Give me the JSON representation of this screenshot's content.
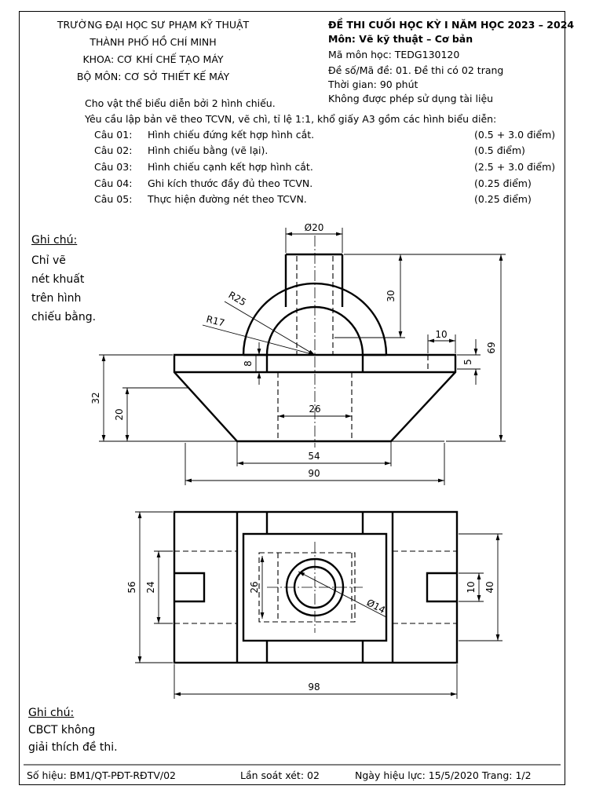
{
  "header": {
    "school_line1": "TRƯỜNG ĐẠI HỌC SƯ PHẠM KỸ THUẬT",
    "school_line2": "THÀNH PHỐ HỒ CHÍ MINH",
    "faculty": "KHOA: CƠ KHÍ CHẾ TẠO MÁY",
    "department": "BỘ MÔN: CƠ SỞ THIẾT KẾ MÁY",
    "exam_title": "ĐỀ THI CUỐI HỌC KỲ I NĂM HỌC 2023 – 2024",
    "subject": "Môn:   Vẽ kỹ thuật – Cơ bản",
    "course_code": "Mã môn học:  TEDG130120",
    "exam_code": "Đề số/Mã đề: 01. Đề thi có 02 trang",
    "duration": "Thời gian:  90 phút",
    "materials": "Không được phép sử dụng tài liệu"
  },
  "instructions": {
    "intro": "Cho vật thể biểu diễn bởi 2 hình chiếu.",
    "requirement": "Yêu cầu lập bản vẽ theo TCVN, vẽ chì, tỉ lệ 1:1, khổ giấy A3 gồm các hình biểu diễn:",
    "questions": [
      {
        "label": "Câu 01:",
        "text": "Hình chiếu đứng kết hợp hình cắt.",
        "points": "(0.5 + 3.0 điểm)"
      },
      {
        "label": "Câu 02:",
        "text": "Hình chiếu bằng (vẽ lại).",
        "points": "(0.5 điểm)"
      },
      {
        "label": "Câu 03:",
        "text": "Hình chiếu cạnh kết hợp hình cắt.",
        "points": "(2.5 + 3.0 điểm)"
      },
      {
        "label": "Câu 04:",
        "text": "Ghi kích thước đầy đủ theo TCVN.",
        "points": "(0.25 điểm)"
      },
      {
        "label": "Câu 05:",
        "text": "Thực hiện đường nét theo TCVN.",
        "points": "(0.25 điểm)"
      }
    ]
  },
  "note1": {
    "title": "Ghi chú:",
    "line1": "Chỉ vẽ",
    "line2": "nét khuất",
    "line3": "trên hình",
    "line4": "chiếu bằng."
  },
  "note2": {
    "title": "Ghi chú:",
    "line1": "CBCT không",
    "line2": "giải thích đề thi."
  },
  "front_view_dims": {
    "d20": "Ø20",
    "r25": "R25",
    "r17": "R17",
    "h30": "30",
    "h69": "69",
    "w10": "10",
    "h5": "5",
    "h8": "8",
    "h32": "32",
    "h20": "20",
    "w26": "26",
    "w54": "54",
    "w90": "90"
  },
  "top_view_dims": {
    "h56": "56",
    "h24": "24",
    "h26": "26",
    "d14": "Ø14",
    "h10": "10",
    "h40": "40",
    "w98": "98"
  },
  "footer": {
    "doc_code": "Số hiệu: BM1/QT-PĐT-RĐTV/02",
    "revision": "Lần soát xét: 02",
    "effective": "Ngày hiệu lực: 15/5/2020 Trang: 1/2"
  }
}
